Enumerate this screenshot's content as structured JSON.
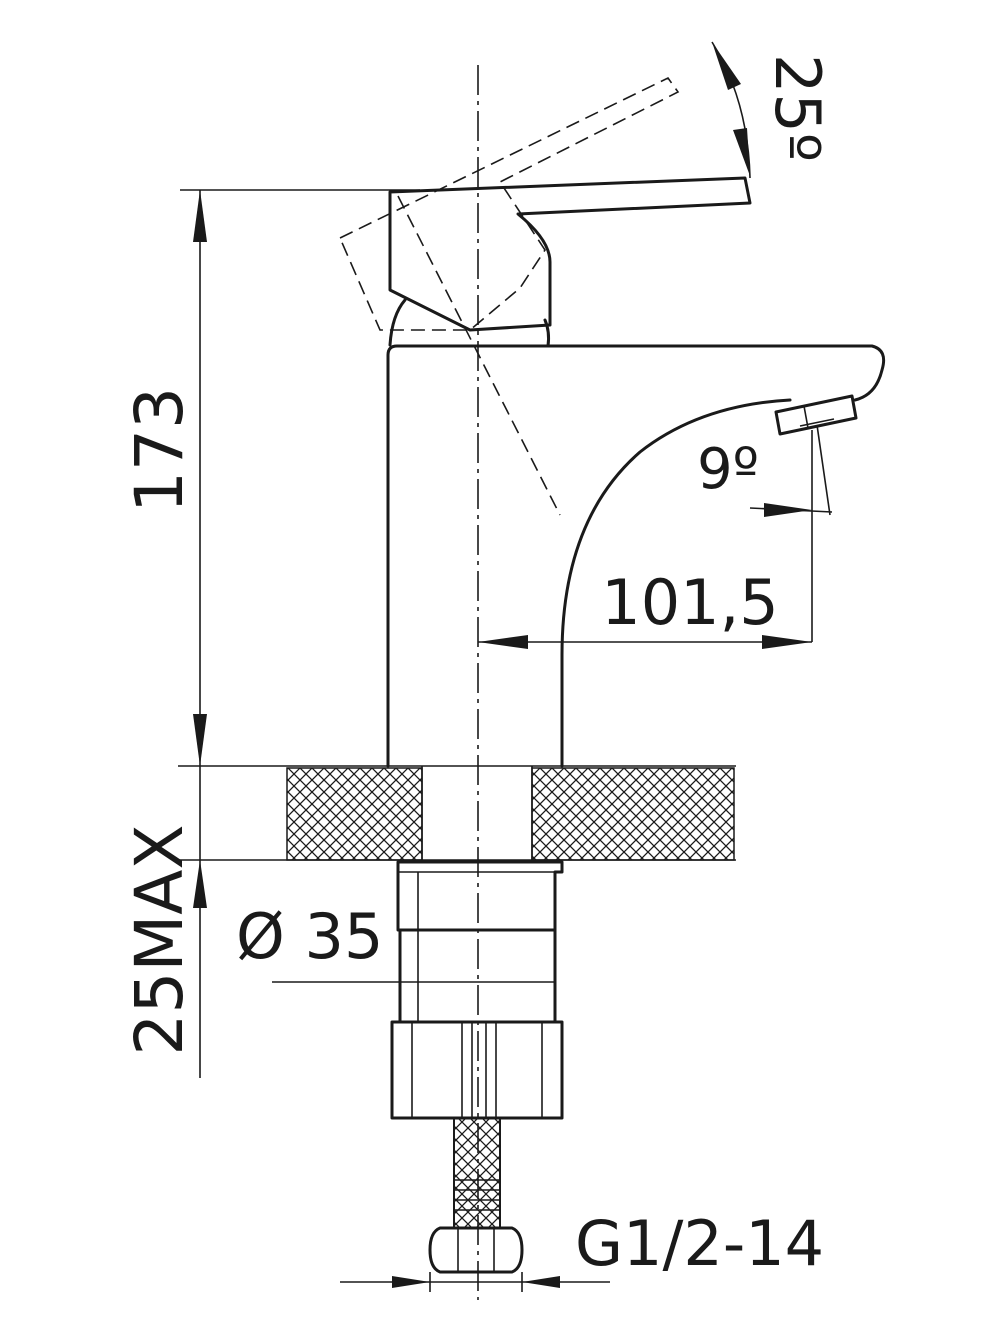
{
  "dimensions": {
    "height_total": "173",
    "deck_thickness": "25MAX",
    "body_diameter": "Ø 35",
    "spout_reach": "101,5",
    "lever_angle": "25º",
    "aerator_angle": "9º",
    "connection_thread": "G1/2-14"
  },
  "colors": {
    "line": "#1a1a1a",
    "background": "#ffffff"
  }
}
